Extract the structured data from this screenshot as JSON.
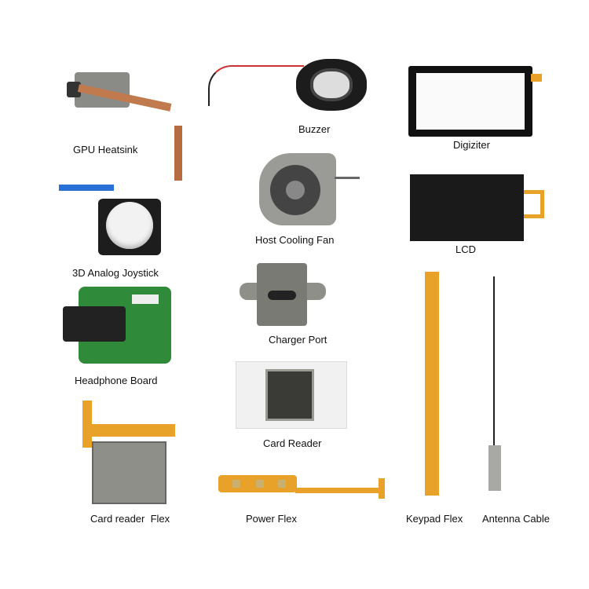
{
  "parts": [
    {
      "label": "GPU Heatsink"
    },
    {
      "label": "Buzzer"
    },
    {
      "label": "Digiziter"
    },
    {
      "label": "Host Cooling Fan"
    },
    {
      "label": "LCD"
    },
    {
      "label": "3D Analog Joystick"
    },
    {
      "label": "Charger Port"
    },
    {
      "label": "Headphone Board"
    },
    {
      "label": "Card Reader"
    },
    {
      "label": "Card reader  Flex"
    },
    {
      "label": "Power Flex"
    },
    {
      "label": "Keypad Flex"
    },
    {
      "label": "Antenna Cable"
    }
  ],
  "colors": {
    "flex": "#e8a22a",
    "pcb": "#2f8a3a",
    "copper": "#c07a4e",
    "metal": "#8a8a86"
  }
}
